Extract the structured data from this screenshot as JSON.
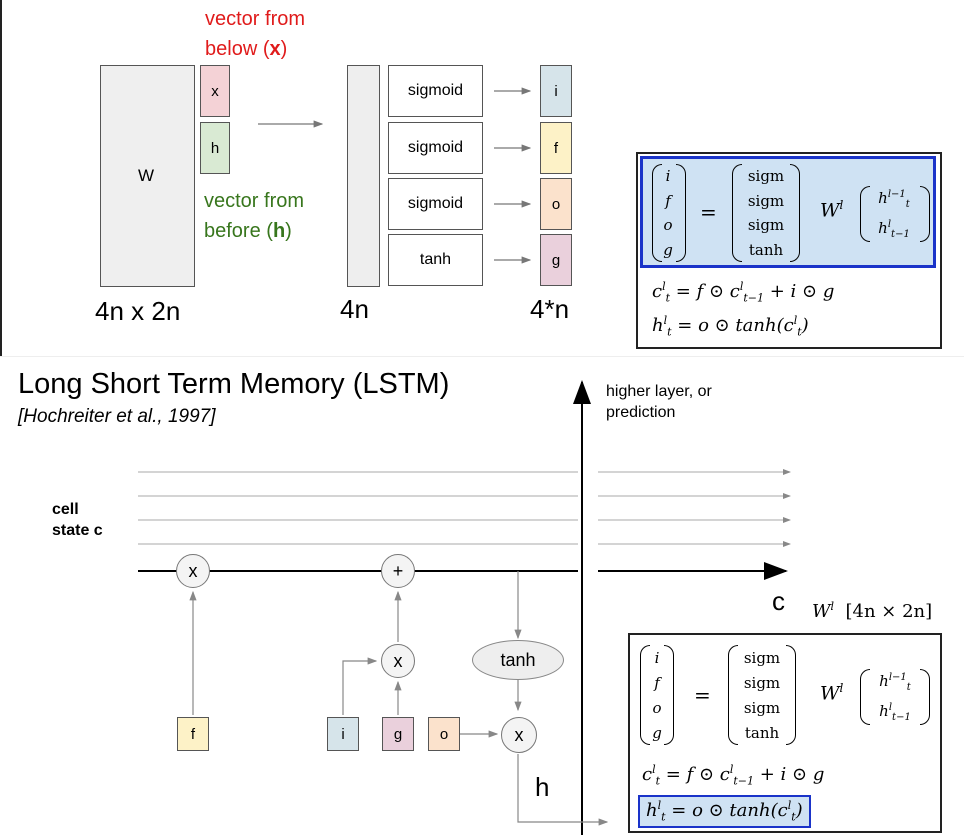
{
  "top": {
    "label_below_line1": "vector from",
    "label_below_line2a": "below (",
    "label_below_x": "x",
    "label_below_line2b": ")",
    "label_before_line1": "vector from",
    "label_before_line2a": "before (",
    "label_before_h": "h",
    "label_before_line2b": ")",
    "w_label": "W",
    "x_label": "x",
    "h_label": "h",
    "dim_w": "4n x 2n",
    "dim_4n": "4n",
    "dim_4starn": "4*n",
    "activations": [
      "sigmoid",
      "sigmoid",
      "sigmoid",
      "tanh"
    ],
    "gates": [
      "i",
      "f",
      "o",
      "g"
    ]
  },
  "equation": {
    "lhs": [
      "i",
      "f",
      "o",
      "g"
    ],
    "rhs": [
      "sigm",
      "sigm",
      "sigm",
      "tanh"
    ],
    "eq": "=",
    "w": "W",
    "w_sup": "l",
    "h_top": "h",
    "h_top_sub": "t",
    "h_top_sup": "l−1",
    "h_bot": "h",
    "h_bot_sub": "t−1",
    "h_bot_sup": "l",
    "c_line": "c",
    "c_line_rest": " = f ⊙ c",
    "c_line_sub": "t−1",
    "c_line_end": " + i ⊙ g",
    "h_line": "h",
    "h_line_rest": " = o ⊙ tanh(c",
    "h_line_end": ")",
    "sub_t": "t",
    "sup_l": "l"
  },
  "lstm": {
    "title": "Long Short Term Memory (LSTM)",
    "citation": "[Hochreiter et al., 1997]",
    "higher_layer": "higher layer, or",
    "prediction": "prediction",
    "cell_state1": "cell",
    "cell_state2": "state c",
    "c_label": "c",
    "h_label": "h",
    "w_dims": "[4n × 2n]",
    "tanh": "tanh",
    "ops": {
      "mul": "x",
      "add": "+"
    },
    "gates": {
      "f": "f",
      "i": "i",
      "g": "g",
      "o": "o"
    }
  },
  "colors": {
    "red": "#e01b1b",
    "green": "#38761d",
    "gate_i": "#d6e4ea",
    "gate_f": "#fdf2c7",
    "gate_o": "#fbe2cc",
    "gate_g": "#ead0dc",
    "gate_x": "#f4d2d6",
    "gate_h": "#d9ead3",
    "eq_highlight": "#cfe2f3",
    "eq_border_blue": "#1a33c9"
  }
}
